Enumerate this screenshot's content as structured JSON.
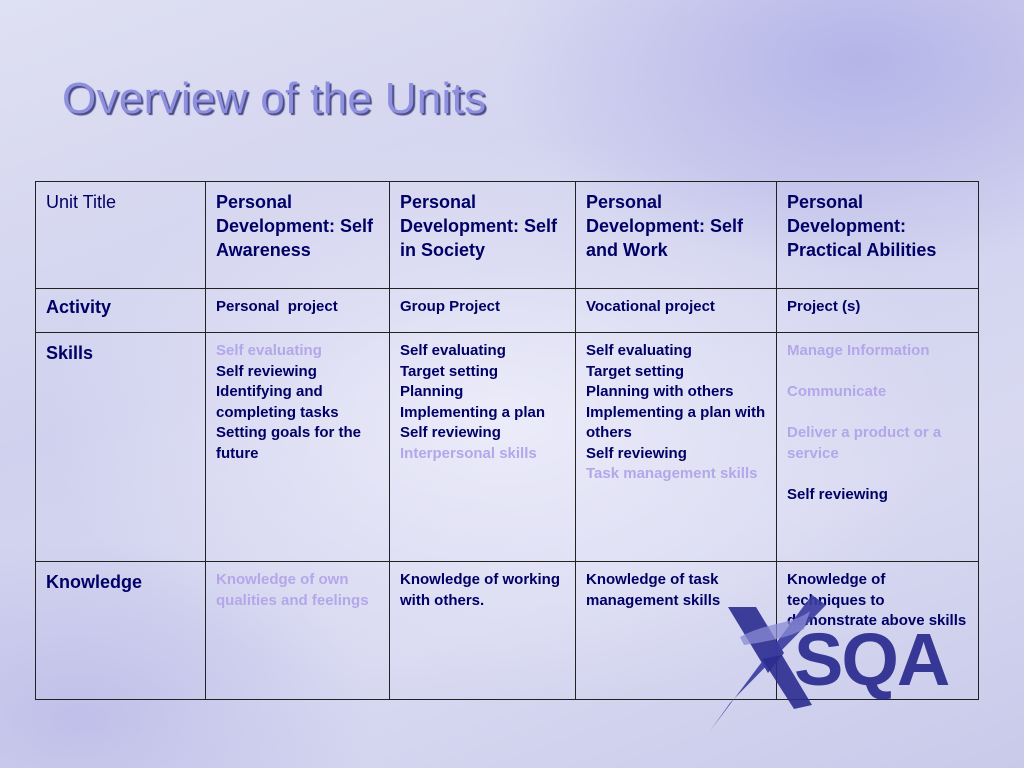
{
  "title": "Overview of the Units",
  "header_row": {
    "label": "Unit Title",
    "units": [
      "Personal Development: Self Awareness",
      "Personal Development: Self in Society",
      "Personal Development: Self and Work",
      "Personal Development: Practical Abilities"
    ]
  },
  "activity_row": {
    "label": "Activity",
    "values": [
      "Personal  project",
      "Group Project",
      "Vocational project",
      "Project (s)"
    ]
  },
  "skills_row": {
    "label": "Skills",
    "col1": [
      "Self evaluating",
      "Self reviewing",
      "Identifying and completing tasks",
      "Setting goals for the future"
    ],
    "col2": [
      "Self evaluating",
      "Target setting",
      "Planning",
      "Implementing a plan",
      "Self reviewing",
      "Interpersonal skills"
    ],
    "col3": [
      "Self evaluating",
      "Target setting",
      "Planning with others",
      "Implementing a plan with others",
      "Self reviewing",
      "Task management skills"
    ],
    "col4": [
      "Manage Information",
      "Communicate",
      "Deliver a product or a service",
      "Self reviewing"
    ]
  },
  "knowledge_row": {
    "label": "Knowledge",
    "values": [
      "Knowledge of own qualities and feelings",
      "Knowledge of working with others.",
      "Knowledge of task management skills",
      "Knowledge of techniques to demonstrate above skills"
    ]
  },
  "logo": {
    "text": "SQA"
  },
  "colors": {
    "text": "#000066",
    "highlight": "#b3a7ea",
    "title": "#8f8fe0",
    "logo": "#2b2c8f"
  }
}
